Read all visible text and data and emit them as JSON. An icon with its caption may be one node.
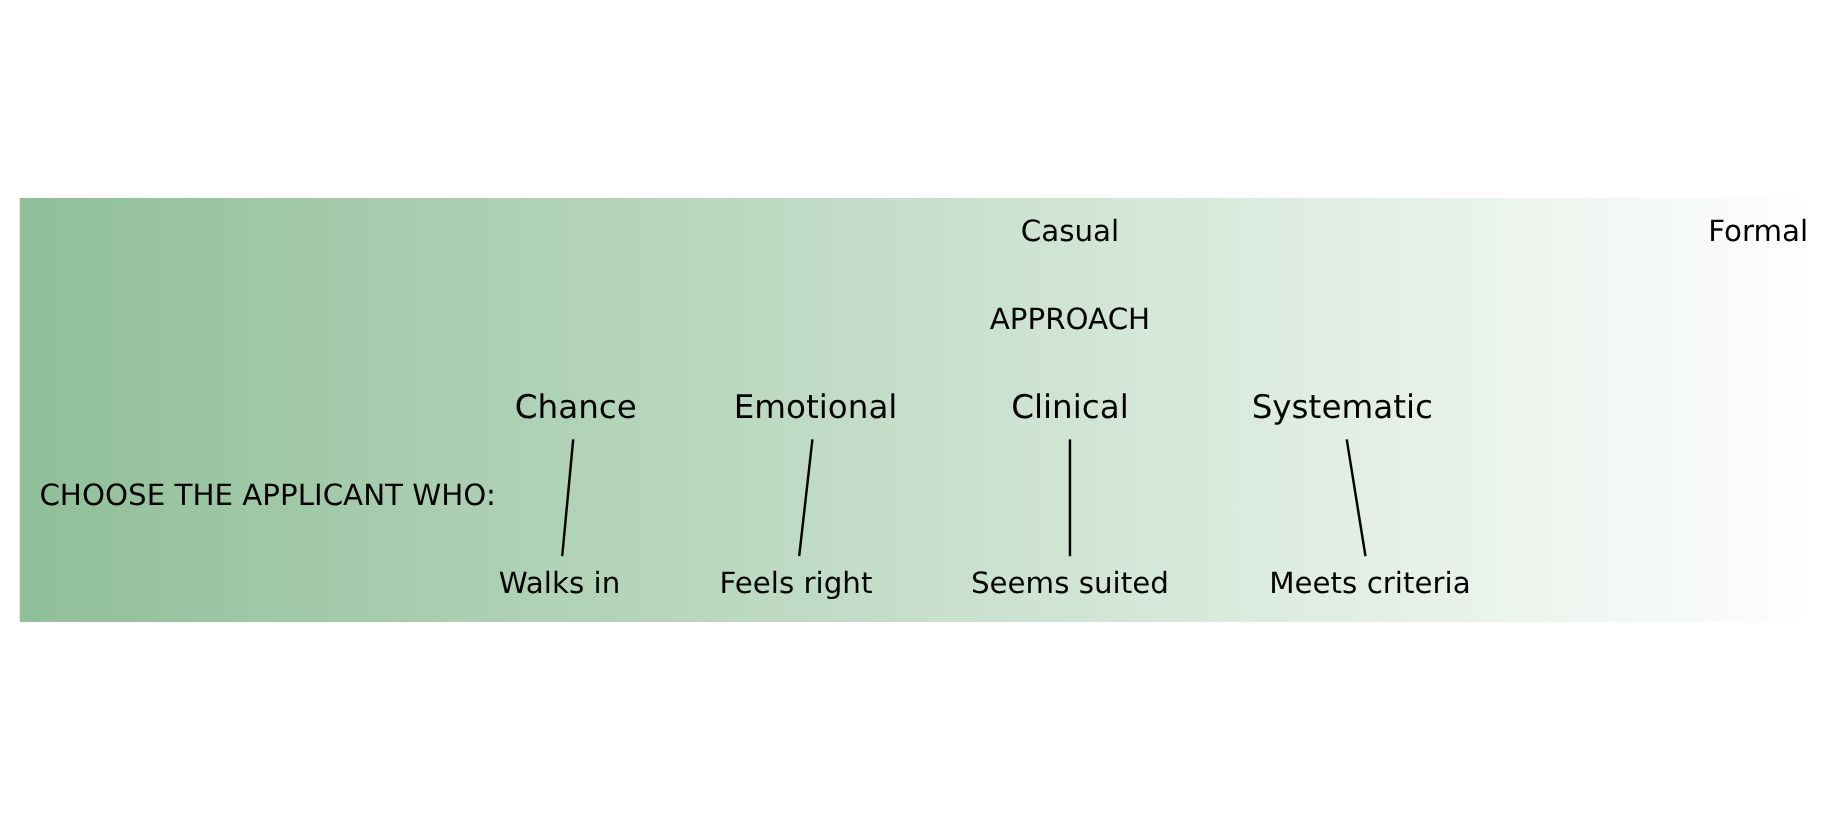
{
  "diagram": {
    "nodes": [
      {
        "text": [
          "Chance"
        ]
      },
      {
        "text": [
          "Emotional"
        ]
      },
      {
        "text": [
          "Clinical"
        ]
      },
      {
        "text": [
          "Systematic"
        ]
      },
      {
        "text": [
          "Walks in"
        ]
      },
      {
        "text": [
          "Feels right"
        ]
      },
      {
        "text": [
          "Seems suited"
        ]
      },
      {
        "text": [
          "Meets criteria"
        ]
      }
    ],
    "edges": [
      {
        "from": 0,
        "to": 4,
        "arrow": "none"
      },
      {
        "from": 1,
        "to": 5,
        "arrow": "none"
      },
      {
        "from": 2,
        "to": 6,
        "arrow": "none"
      },
      {
        "from": 3,
        "to": 7,
        "arrow": "none"
      }
    ],
    "labels": [
      "Casual",
      "Formal",
      "APPROACH",
      "CHOOSE THE APPLICANT WHO:"
    ]
  }
}
